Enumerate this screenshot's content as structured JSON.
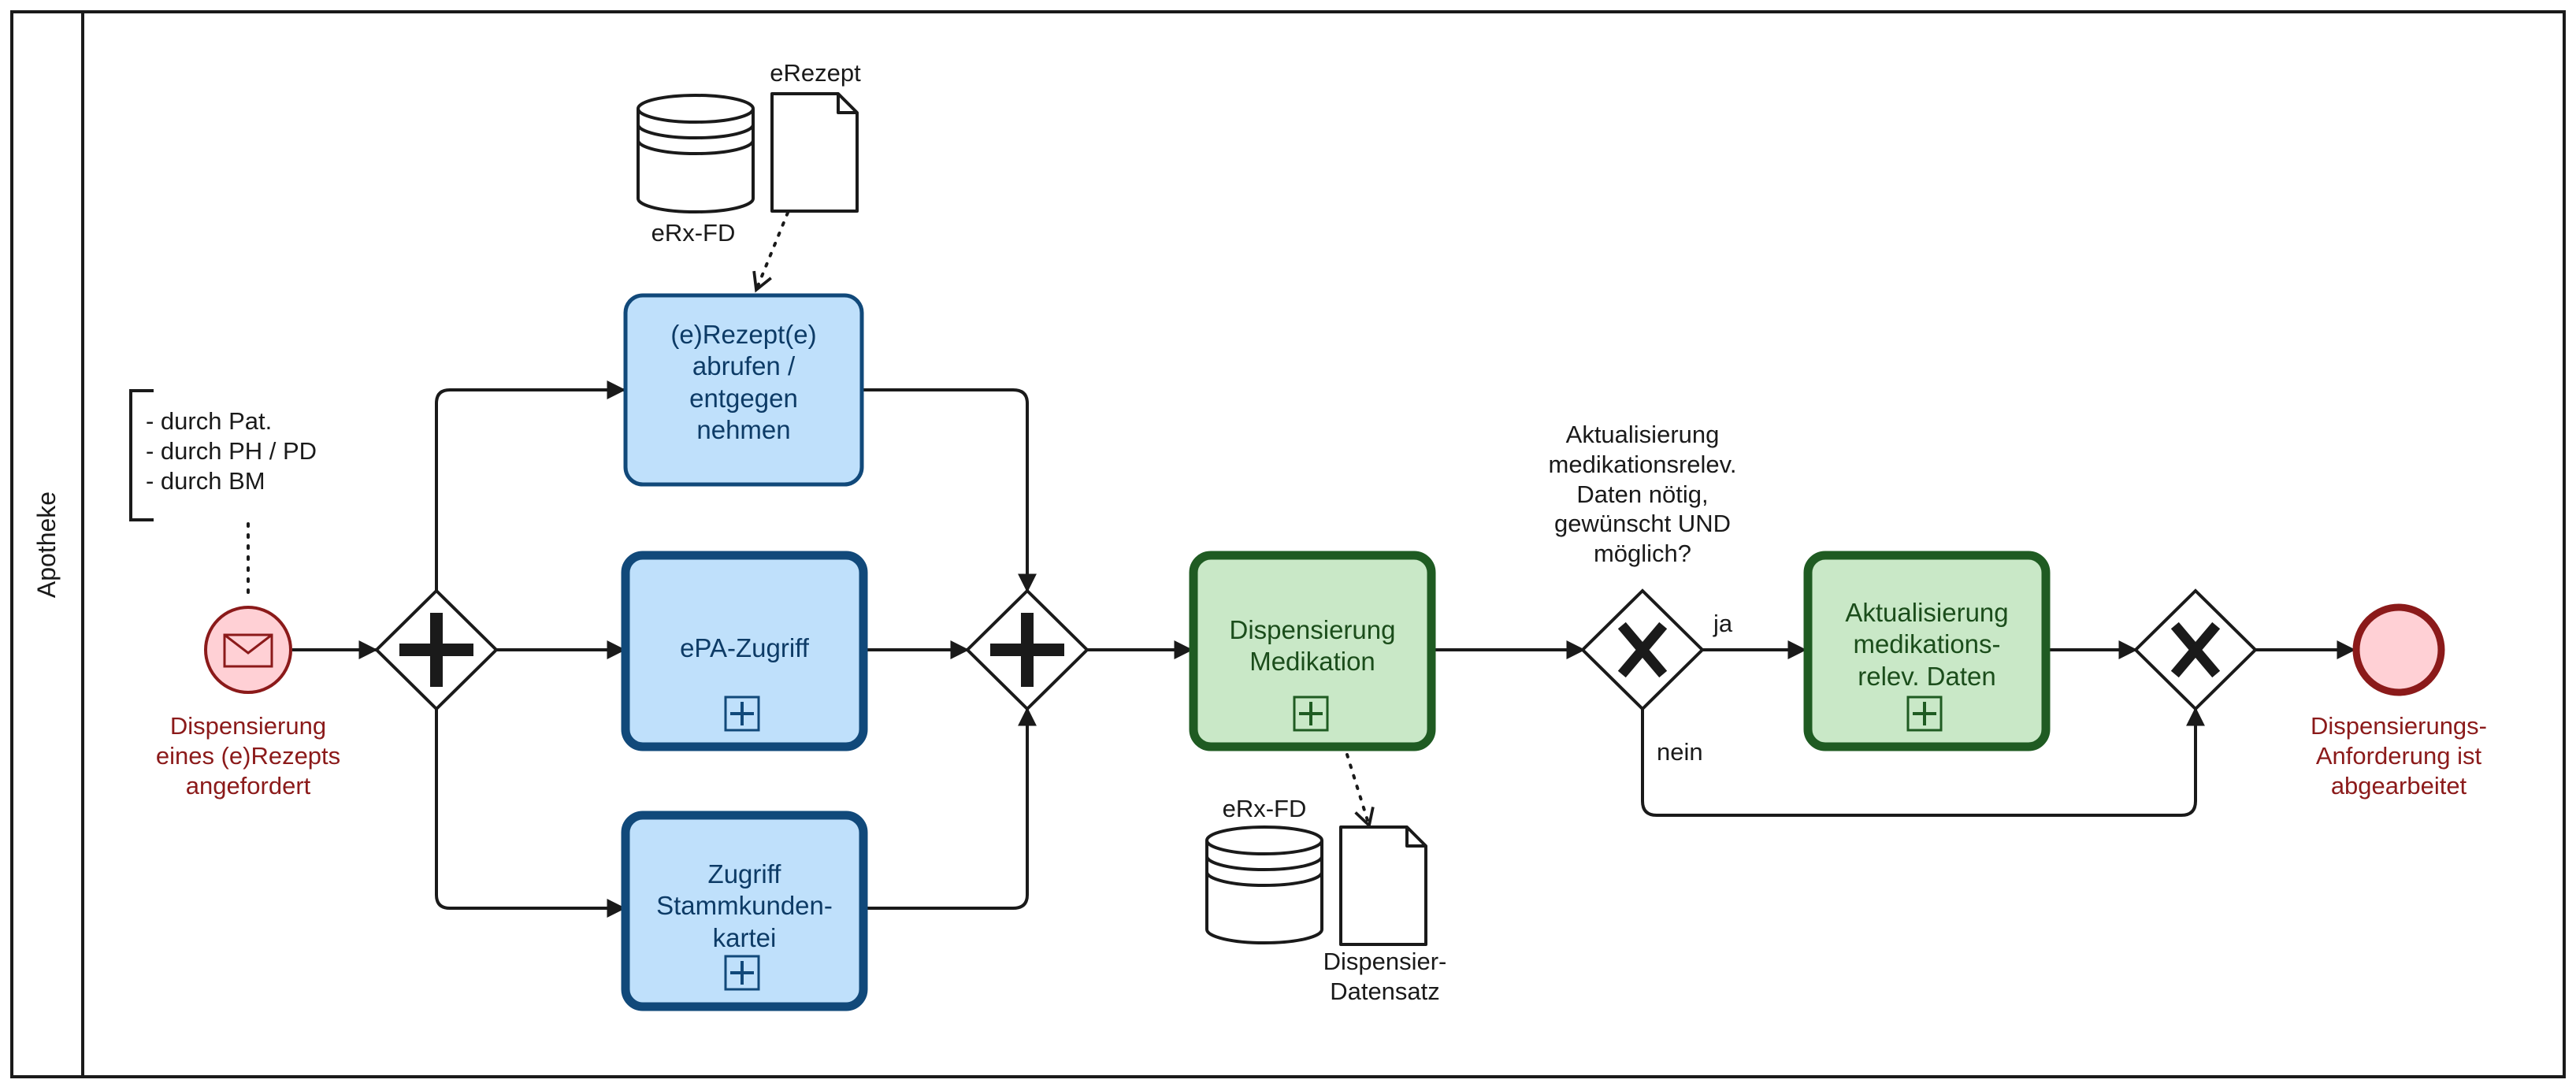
{
  "lane": {
    "name": "Apotheke"
  },
  "annotation": {
    "lines": [
      "- durch Pat.",
      "- durch PH / PD",
      "- durch BM"
    ]
  },
  "start_event": {
    "lines": [
      "Dispensierung",
      "eines (e)Rezepts",
      "angefordert"
    ]
  },
  "end_event": {
    "lines": [
      "Dispensierungs-",
      "Anforderung ist",
      "abgearbeitet"
    ]
  },
  "tasks": [
    {
      "id": "rezept",
      "lines": [
        "(e)Rezept(e)",
        "abrufen /",
        "entgegen",
        "nehmen"
      ],
      "collapsed_subprocess": false
    },
    {
      "id": "epa",
      "lines": [
        "ePA-Zugriff"
      ],
      "collapsed_subprocess": true
    },
    {
      "id": "stammkunden",
      "lines": [
        "Zugriff",
        "Stammkunden-",
        "kartei"
      ],
      "collapsed_subprocess": true
    },
    {
      "id": "dispensierung",
      "lines": [
        "Dispensierung",
        "Medikation"
      ],
      "collapsed_subprocess": true
    },
    {
      "id": "aktualisierung",
      "lines": [
        "Aktualisierung",
        "medikations-",
        "relev. Daten"
      ],
      "collapsed_subprocess": true
    }
  ],
  "data_stores": [
    {
      "id": "erx-fd-top",
      "label": "eRx-FD"
    },
    {
      "id": "erx-fd-bottom",
      "label": "eRx-FD"
    }
  ],
  "data_objects": [
    {
      "id": "erezept",
      "label": "eRezept"
    },
    {
      "id": "dispensier-datensatz",
      "lines": [
        "Dispensier-",
        "Datensatz"
      ]
    }
  ],
  "gateways": [
    {
      "id": "split",
      "type": "parallel"
    },
    {
      "id": "join",
      "type": "parallel"
    },
    {
      "id": "decision",
      "type": "exclusive",
      "question": [
        "Aktualisierung",
        "medikationsrelev.",
        "Daten nötig,",
        "gewünscht UND",
        "möglich?"
      ]
    },
    {
      "id": "merge",
      "type": "exclusive"
    }
  ],
  "flow_labels": {
    "yes": "ja",
    "no": "nein"
  },
  "colors": {
    "lane_border": "#1a1a1a",
    "task_blue_fill": "#bfe0fb",
    "task_blue_stroke": "#11497a",
    "task_green_fill": "#c9e8c7",
    "task_green_stroke": "#1f5b22",
    "event_stroke": "#8b1a1a",
    "event_fill": "#ffd0d5",
    "flow": "#1a1a1a"
  }
}
